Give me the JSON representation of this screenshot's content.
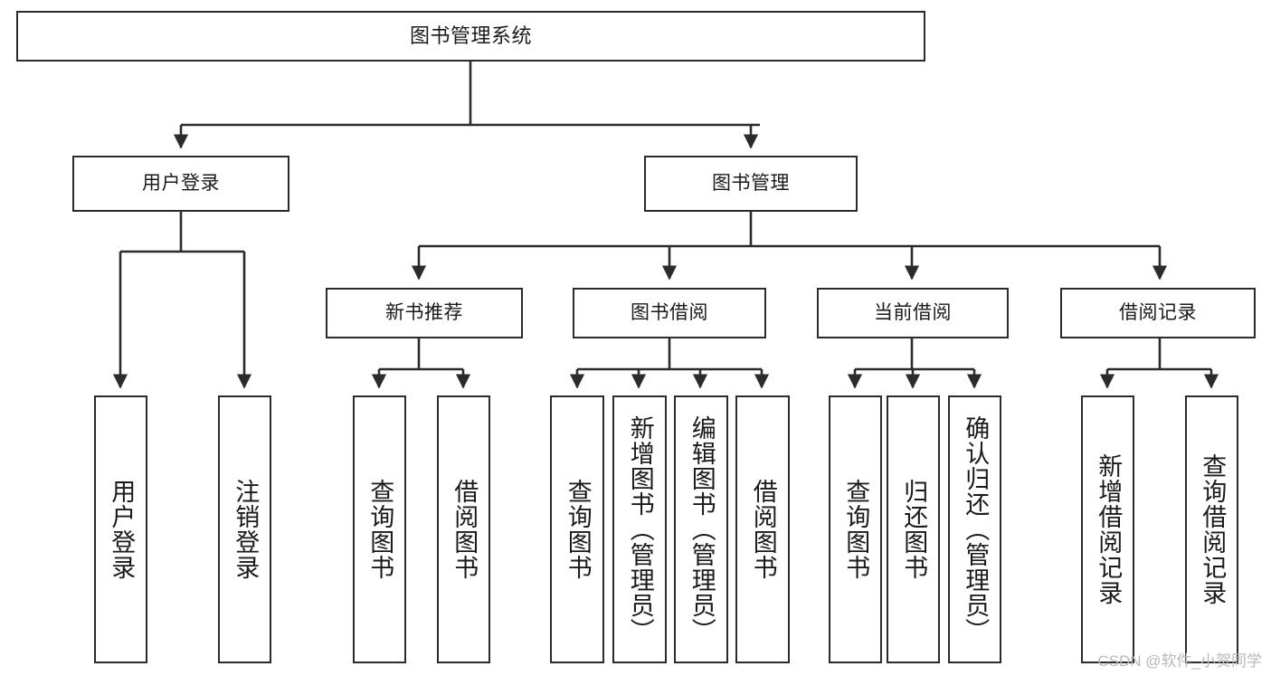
{
  "diagram": {
    "title": "图书管理系统",
    "type": "tree-hierarchy-chart",
    "root": {
      "id": "root",
      "label": "图书管理系统"
    },
    "level2": [
      {
        "id": "user-login",
        "label": "用户登录"
      },
      {
        "id": "book-management",
        "label": "图书管理"
      }
    ],
    "level3": [
      {
        "id": "new-book-recommend",
        "label": "新书推荐"
      },
      {
        "id": "book-borrow",
        "label": "图书借阅"
      },
      {
        "id": "current-borrow",
        "label": "当前借阅"
      },
      {
        "id": "borrow-record",
        "label": "借阅记录"
      }
    ],
    "leaves": {
      "user_login": [
        {
          "id": "leaf-user-login",
          "label": "用户登录"
        },
        {
          "id": "leaf-logout",
          "label": "注销登录"
        }
      ],
      "new_book_recommend": [
        {
          "id": "leaf-query-book-1",
          "label": "查询图书"
        },
        {
          "id": "leaf-borrow-book-1",
          "label": "借阅图书"
        }
      ],
      "book_borrow": [
        {
          "id": "leaf-query-book-2",
          "label": "查询图书"
        },
        {
          "id": "leaf-add-book",
          "label": "新增图书（管理员）"
        },
        {
          "id": "leaf-edit-book",
          "label": "编辑图书（管理员）"
        },
        {
          "id": "leaf-borrow-book-2",
          "label": "借阅图书"
        }
      ],
      "current_borrow": [
        {
          "id": "leaf-query-book-3",
          "label": "查询图书"
        },
        {
          "id": "leaf-return-book",
          "label": "归还图书"
        },
        {
          "id": "leaf-confirm-return",
          "label": "确认归还（管理员）"
        }
      ],
      "borrow_record": [
        {
          "id": "leaf-add-record",
          "label": "新增借阅记录"
        },
        {
          "id": "leaf-query-record",
          "label": "查询借阅记录"
        }
      ]
    },
    "watermark": "CSDN @软件_小贺同学",
    "colors": {
      "stroke": "#2b2b2b",
      "fill": "#ffffff",
      "text": "#1a1a1a",
      "watermark": "#b9b9b9"
    }
  }
}
